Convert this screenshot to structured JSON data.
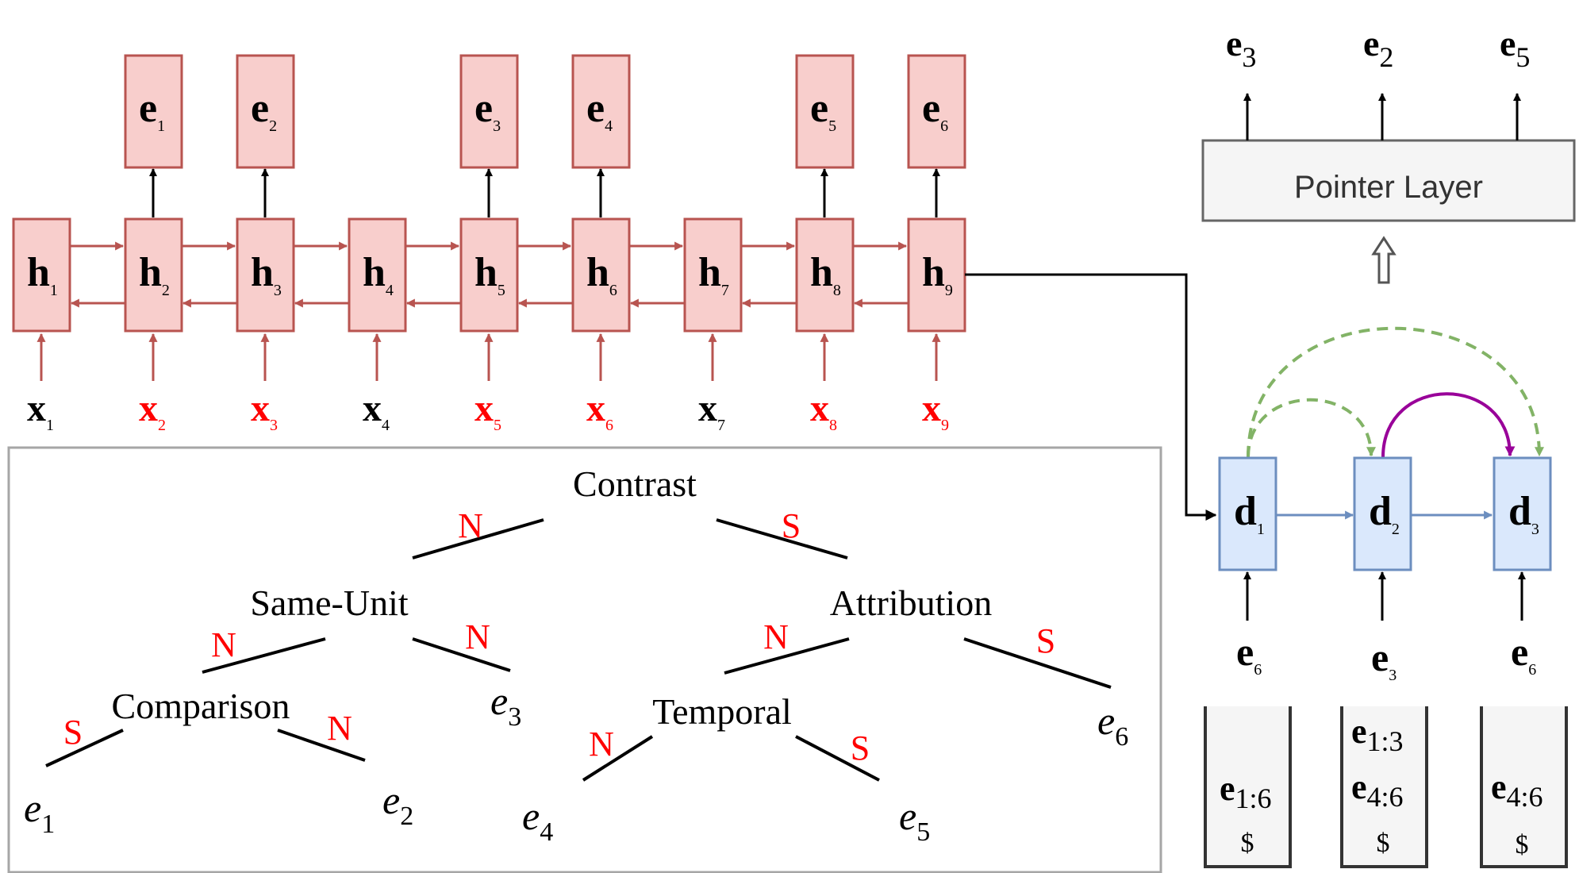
{
  "encoder": {
    "hidden_symbol": "h",
    "hidden_indices": [
      "1",
      "2",
      "3",
      "4",
      "5",
      "6",
      "7",
      "8",
      "9"
    ],
    "input_symbol": "x",
    "input_indices": [
      "1",
      "2",
      "3",
      "4",
      "5",
      "6",
      "7",
      "8",
      "9"
    ],
    "input_boundary_flags": [
      false,
      true,
      true,
      false,
      true,
      true,
      false,
      true,
      true
    ],
    "edu_symbol": "e",
    "edu_indices": [
      "1",
      "2",
      "3",
      "4",
      "5",
      "6"
    ]
  },
  "pointer_layer": {
    "label": "Pointer Layer",
    "outputs": [
      {
        "symbol": "e",
        "index": "3"
      },
      {
        "symbol": "e",
        "index": "2"
      },
      {
        "symbol": "e",
        "index": "5"
      }
    ]
  },
  "decoder": {
    "symbol": "d",
    "indices": [
      "1",
      "2",
      "3"
    ],
    "inputs": [
      {
        "symbol": "e",
        "index": "6"
      },
      {
        "symbol": "e",
        "index": "3"
      },
      {
        "symbol": "e",
        "index": "6"
      }
    ]
  },
  "stacks": [
    {
      "items": [
        {
          "symbol": "e",
          "index": "1:6"
        }
      ],
      "bottom": "$"
    },
    {
      "items": [
        {
          "symbol": "e",
          "index": "1:3"
        },
        {
          "symbol": "e",
          "index": "4:6"
        }
      ],
      "bottom": "$"
    },
    {
      "items": [
        {
          "symbol": "e",
          "index": "4:6"
        }
      ],
      "bottom": "$"
    }
  ],
  "tree": {
    "nodes": {
      "contrast": "Contrast",
      "same_unit": "Same-Unit",
      "attribution": "Attribution",
      "comparison": "Comparison",
      "temporal": "Temporal"
    },
    "leaves": {
      "e1": {
        "symbol": "e",
        "index": "1"
      },
      "e2": {
        "symbol": "e",
        "index": "2"
      },
      "e3": {
        "symbol": "e",
        "index": "3"
      },
      "e4": {
        "symbol": "e",
        "index": "4"
      },
      "e5": {
        "symbol": "e",
        "index": "5"
      },
      "e6": {
        "symbol": "e",
        "index": "6"
      }
    },
    "edge_labels": {
      "contrast_left": "N",
      "contrast_right": "S",
      "sameunit_left": "N",
      "sameunit_right": "N",
      "attribution_left": "N",
      "attribution_right": "S",
      "comparison_left": "S",
      "comparison_right": "N",
      "temporal_left": "N",
      "temporal_right": "S"
    }
  },
  "colors": {
    "encoder_fill": "#f8cecc",
    "encoder_stroke": "#b85450",
    "decoder_fill": "#dae8fc",
    "decoder_stroke": "#6c8ebf",
    "boundary_red": "#ff0000",
    "pointer_fill": "#f5f5f5",
    "pointer_stroke": "#666666",
    "dashed_green": "#82b366",
    "purple": "#990099",
    "tree_box_stroke": "#a6a6a6",
    "stack_stroke": "#333333"
  }
}
